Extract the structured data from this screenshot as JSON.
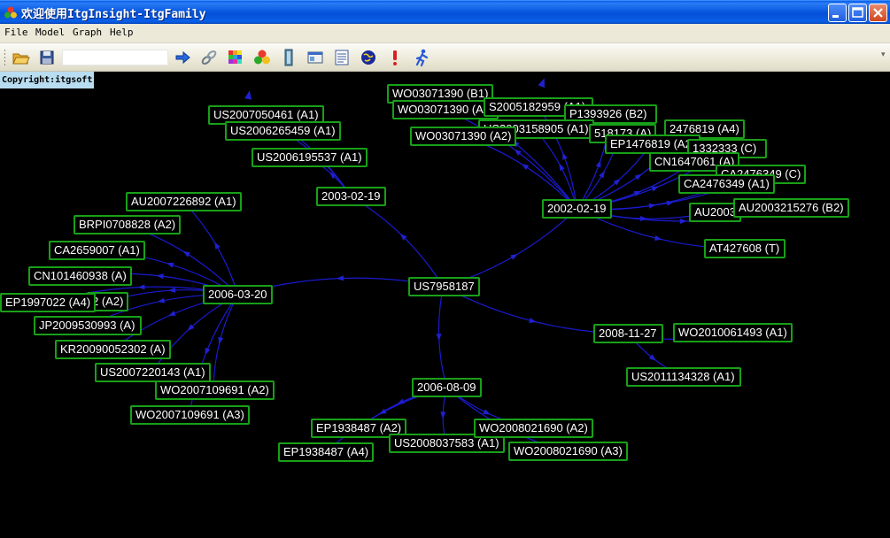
{
  "window": {
    "title": "欢迎使用ItgInsight-ItgFamily"
  },
  "menu": [
    "File",
    "Model",
    "Graph",
    "Help"
  ],
  "toolbar": {
    "path_value": "",
    "buttons": [
      "open-folder-icon",
      "save-icon",
      "go-arrow-icon",
      "link-icon",
      "color-grid-icon",
      "groups-icon",
      "column-icon",
      "window-icon",
      "document-icon",
      "globe-icon",
      "alert-icon",
      "runner-icon"
    ]
  },
  "canvas": {
    "copyright": "Copyright:itgsoft"
  },
  "graph": {
    "nodes": [
      {
        "id": "root",
        "label": "US7958187"
      },
      {
        "id": "d2003",
        "label": "2003-02-19"
      },
      {
        "id": "d2002",
        "label": "2002-02-19"
      },
      {
        "id": "d2006a",
        "label": "2006-03-20"
      },
      {
        "id": "d2006b",
        "label": "2006-08-09"
      },
      {
        "id": "d2008",
        "label": "2008-11-27"
      },
      {
        "id": "n1",
        "label": "US2007050461 (A1)"
      },
      {
        "id": "n2",
        "label": "US2006265459 (A1)"
      },
      {
        "id": "n3",
        "label": "US2006195537 (A1)"
      },
      {
        "id": "n4",
        "label": "WO03071390 (B1)"
      },
      {
        "id": "n5",
        "label": "WO03071390 (A3)"
      },
      {
        "id": "n6",
        "label": "S2005182959 (A1)"
      },
      {
        "id": "n7",
        "label": "P1393926 (B2)"
      },
      {
        "id": "n8",
        "label": "2476819 (A4)"
      },
      {
        "id": "n9",
        "label": "US2003158905 (A1)"
      },
      {
        "id": "n10",
        "label": "518173 (A)"
      },
      {
        "id": "n11",
        "label": "WO03071390 (A2)"
      },
      {
        "id": "n12",
        "label": "EP1476819 (A2)"
      },
      {
        "id": "n13",
        "label": "1332333 (C)"
      },
      {
        "id": "n14",
        "label": "CN1647061 (A)"
      },
      {
        "id": "n15",
        "label": "CA2476349 (C)"
      },
      {
        "id": "n16",
        "label": "CA2476349 (A1)"
      },
      {
        "id": "n17",
        "label": "AU2003"
      },
      {
        "id": "n18",
        "label": "AU2003215276 (B2)"
      },
      {
        "id": "n19",
        "label": "AT427608 (T)"
      },
      {
        "id": "n20",
        "label": "AU2007226892 (A1)"
      },
      {
        "id": "n21",
        "label": "BRPI0708828 (A2)"
      },
      {
        "id": "n22",
        "label": "CA2659007 (A1)"
      },
      {
        "id": "n23",
        "label": "CN101460938 (A)"
      },
      {
        "id": "n24",
        "label": "2 (A2)"
      },
      {
        "id": "n25",
        "label": "EP1997022 (A4)"
      },
      {
        "id": "n26",
        "label": "JP2009530993 (A)"
      },
      {
        "id": "n27",
        "label": "KR20090052302 (A)"
      },
      {
        "id": "n28",
        "label": "US2007220143 (A1)"
      },
      {
        "id": "n29",
        "label": "WO2007109691 (A2)"
      },
      {
        "id": "n30",
        "label": "WO2007109691 (A3)"
      },
      {
        "id": "n31",
        "label": "WO2010061493 (A1)"
      },
      {
        "id": "n32",
        "label": "US2011134328 (A1)"
      },
      {
        "id": "n33",
        "label": "EP1938487 (A2)"
      },
      {
        "id": "n34",
        "label": "EP1938487 (A4)"
      },
      {
        "id": "n35",
        "label": "US2008037583 (A1)"
      },
      {
        "id": "n36",
        "label": "WO2008021690 (A2)"
      },
      {
        "id": "n37",
        "label": "WO2008021690 (A3)"
      }
    ],
    "edges": [
      [
        "root",
        "d2003"
      ],
      [
        "root",
        "d2002"
      ],
      [
        "root",
        "d2006a"
      ],
      [
        "root",
        "d2006b"
      ],
      [
        "root",
        "d2008"
      ],
      [
        "d2003",
        "n3"
      ],
      [
        "d2003",
        "n2"
      ],
      [
        "d2003",
        "n1"
      ],
      [
        "d2002",
        "n4"
      ],
      [
        "d2002",
        "n5"
      ],
      [
        "d2002",
        "n6"
      ],
      [
        "d2002",
        "n7"
      ],
      [
        "d2002",
        "n8"
      ],
      [
        "d2002",
        "n9"
      ],
      [
        "d2002",
        "n10"
      ],
      [
        "d2002",
        "n11"
      ],
      [
        "d2002",
        "n12"
      ],
      [
        "d2002",
        "n13"
      ],
      [
        "d2002",
        "n14"
      ],
      [
        "d2002",
        "n15"
      ],
      [
        "d2002",
        "n16"
      ],
      [
        "d2002",
        "n17"
      ],
      [
        "d2002",
        "n18"
      ],
      [
        "d2002",
        "n19"
      ],
      [
        "d2006a",
        "n20"
      ],
      [
        "d2006a",
        "n21"
      ],
      [
        "d2006a",
        "n22"
      ],
      [
        "d2006a",
        "n23"
      ],
      [
        "d2006a",
        "n24"
      ],
      [
        "d2006a",
        "n25"
      ],
      [
        "d2006a",
        "n26"
      ],
      [
        "d2006a",
        "n27"
      ],
      [
        "d2006a",
        "n28"
      ],
      [
        "d2006a",
        "n29"
      ],
      [
        "d2006a",
        "n30"
      ],
      [
        "d2008",
        "n31"
      ],
      [
        "d2008",
        "n32"
      ],
      [
        "d2006b",
        "n33"
      ],
      [
        "d2006b",
        "n34"
      ],
      [
        "d2006b",
        "n35"
      ],
      [
        "d2006b",
        "n36"
      ],
      [
        "d2006b",
        "n37"
      ]
    ]
  }
}
